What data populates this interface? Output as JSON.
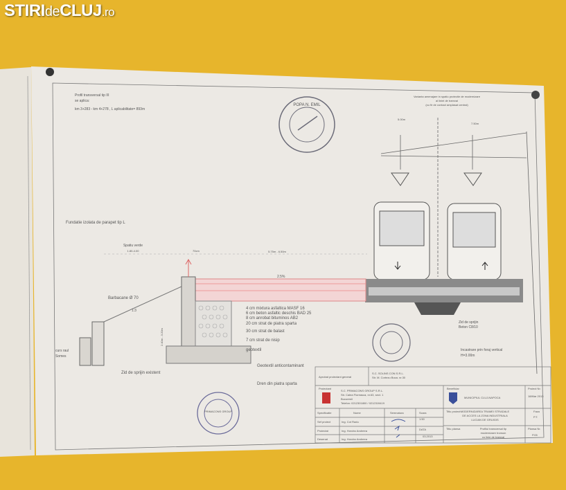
{
  "watermark": {
    "part1": "STIRI",
    "part2": "de",
    "part3": "CLUJ",
    ".ro": ".ro",
    "suffix": ".ro"
  },
  "drawing": {
    "header_lines": [
      "Profil transversal tip III",
      "se aplica:",
      "km 3+283 - km 4+278 , L aplicabilitate= 893m"
    ],
    "top_right_lines": [
      "Varianta amenajare in spatiu protectie de modernizare",
      "al liniei de tramvai",
      "(cu fir de contact amplasat central)"
    ],
    "dim_left": "5.00m",
    "dim_right": "7.50m",
    "foundation_label": "Fundatie izolata de parapet tip L",
    "green_space": "Spatiu verde",
    "green_space_dim": "1.80-4.00",
    "dim_70": "70cm",
    "dim_road": "5.75m - 6.50m",
    "slope_pct": "2.5%",
    "barbacane": "Barbacane Ø 70",
    "slope_ratio": "1:3",
    "wall_height": "2.40m - 3.20m",
    "river": "curs raul",
    "river2": "Somes",
    "existing_wall": "Zid de sprijin existent",
    "layers": [
      "4 cm mixtura asfaltica MASF 16",
      "6 cm beton asfaltic deschis BAD 25",
      "8 cm anrobat bituminos AB2",
      "20 cm strat de piatra sparta",
      "30 cm strat de balast",
      "7 cm strat de nisip",
      "geotextil"
    ],
    "geotextile": "Geotextil anticontaminant",
    "drain": "Dren din piatra sparta",
    "support_wall": [
      "Zid de sprijin",
      "Beton C8/10"
    ],
    "fence": [
      "Incastrare prin foraj vertical",
      "H=3.00m"
    ],
    "stamp_top": "POPA N. EMIL",
    "stamp_bottom": "PRIMACONS GROUP"
  },
  "title_block": {
    "general_designer_label": "Aprobat proiectant general",
    "general_designer": [
      "S.C. SOLINS CON S.R.L.",
      "Str. M. Cortezu Boca. nr.30"
    ],
    "designer_label": "Proiectant",
    "designer": [
      "S.C. PRIMACONS GROUP S.R.L.",
      "Str. Calea Floreasca, nr.63, sect. 1",
      "Bucuresti",
      "Telefon: 0212301800 / 0212319419"
    ],
    "beneficiary_label": "Beneficiar",
    "beneficiary": "MUNICIPIUL CLUJ-NAPOCA",
    "project_no_label": "Proiect Nr.",
    "project_no": "18/Mar 2013",
    "headers": [
      "Specificatie",
      "Nume",
      "Semnatura",
      "Scara"
    ],
    "scale": "1:50",
    "rows": [
      [
        "Sef proiect",
        "Ing. Cot Radu"
      ],
      [
        "Proiectat",
        "Ing. Horobo Andreea"
      ],
      [
        "Desenat",
        "Ing. Horobo Andreea"
      ]
    ],
    "date_label": "DATA",
    "date": "03.2013",
    "project_title_label": "Titlu proiect",
    "project_title": [
      "MODERNIZAREA TRAMEI STRADALE",
      "DE ACCES LA ZONA INDUSTRIALA",
      "LUCIAN DE GRUIGIS"
    ],
    "phase_label": "Faza",
    "phase": "P.T.",
    "plan_title_label": "Titlu plansa",
    "plan_title": [
      "Profilul transversal tip",
      "modernizare tronson",
      "cu linie de tramvai"
    ],
    "plan_no_label": "Plansa Nr.",
    "plan_no": "P.05"
  }
}
